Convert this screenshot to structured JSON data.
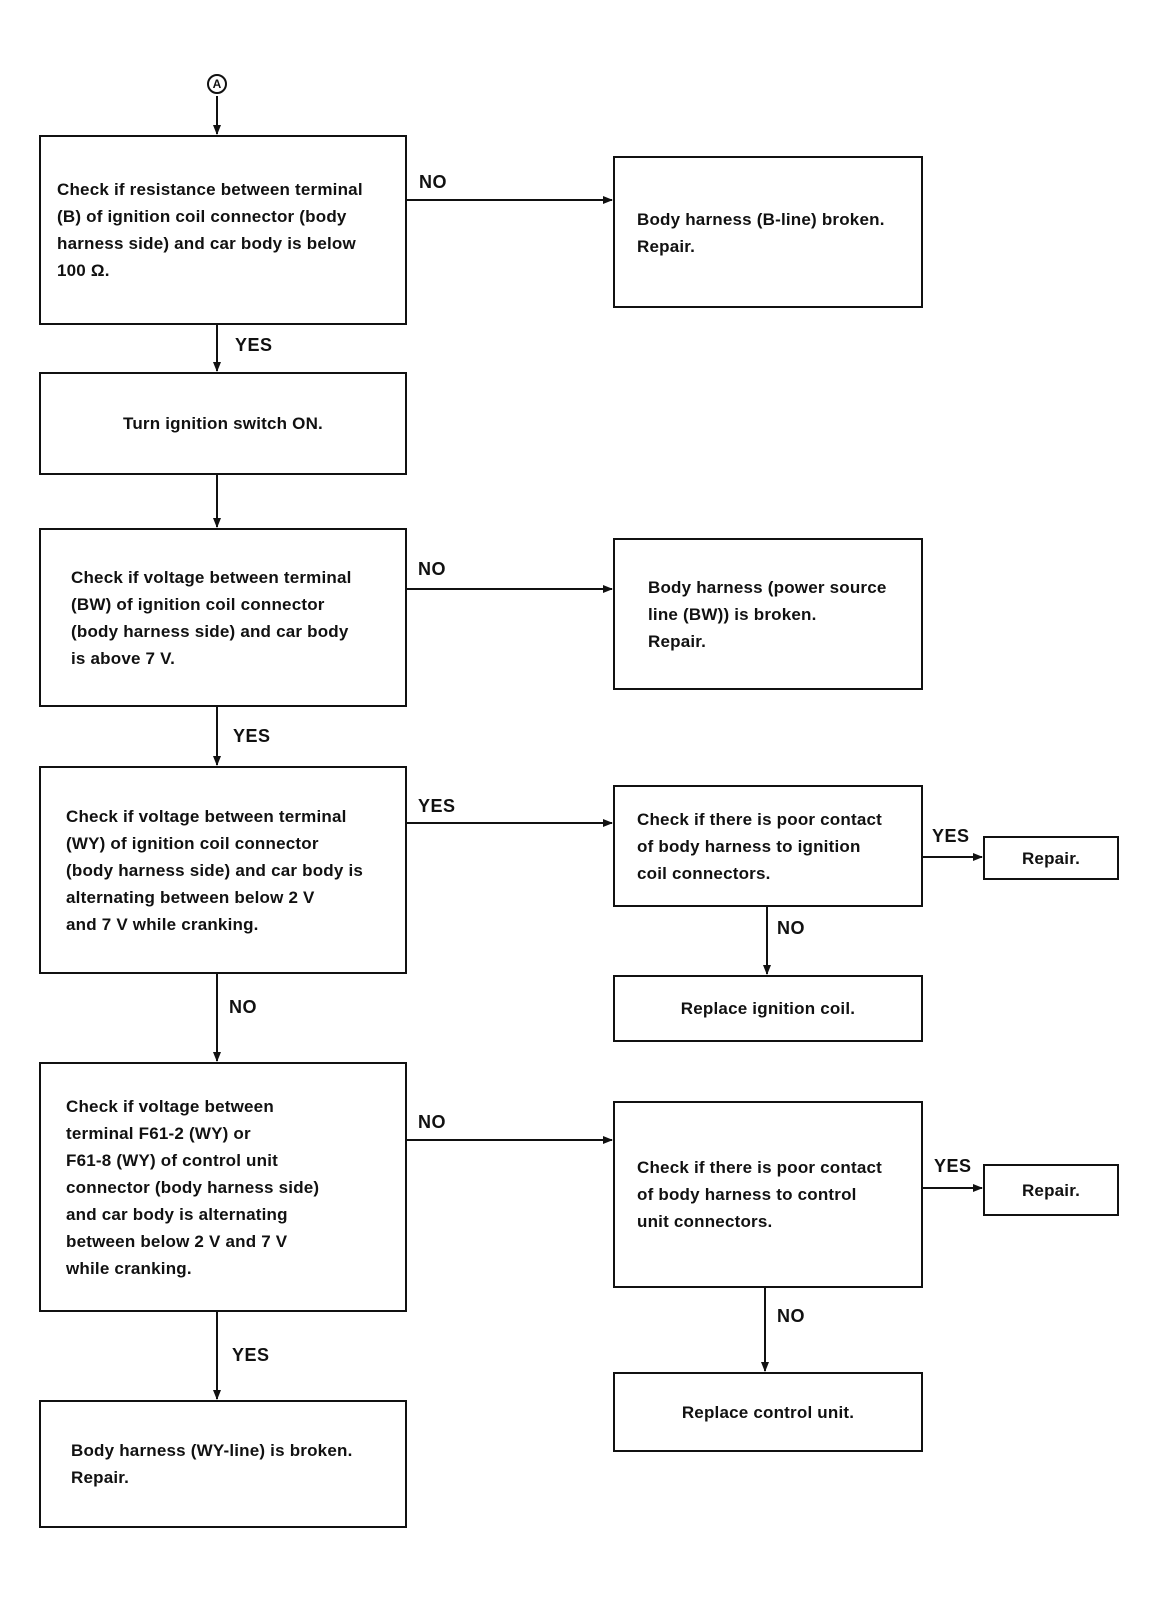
{
  "start_connector": "A",
  "boxes": {
    "check_resistance": "Check if resistance between terminal\n(B) of ignition coil connector (body\nharness side) and car body is below\n100 Ω.",
    "b_line_broken": "Body harness (B-line) broken.\nRepair.",
    "turn_ignition_on": "Turn ignition switch ON.",
    "check_voltage_bw": "Check if voltage between terminal\n(BW) of ignition coil connector\n(body harness side) and car body\nis above 7 V.",
    "power_source_broken": "Body harness (power source\nline (BW)) is broken.\nRepair.",
    "check_voltage_wy": "Check if voltage between terminal\n(WY) of ignition coil connector\n(body harness side) and car body is\nalternating between below 2 V\nand 7 V while cranking.",
    "check_contact_coil": "Check if there is poor contact\nof body harness to ignition\ncoil connectors.",
    "repair_1": "Repair.",
    "replace_coil": "Replace ignition coil.",
    "check_voltage_f61": "Check if voltage between\nterminal F61-2 (WY) or\nF61-8 (WY) of control unit\nconnector (body harness side)\nand car body is alternating\nbetween below 2 V and 7 V\nwhile cranking.",
    "check_contact_cu": "Check if there is poor contact\nof body harness to control\nunit connectors.",
    "repair_2": "Repair.",
    "replace_control_unit": "Replace control unit.",
    "wy_line_broken": "Body harness (WY-line) is broken.\nRepair."
  },
  "labels": {
    "resistance_no": "NO",
    "resistance_yes": "YES",
    "bw_no": "NO",
    "bw_yes": "YES",
    "wy_yes": "YES",
    "wy_no": "NO",
    "coil_contact_yes": "YES",
    "coil_contact_no": "NO",
    "f61_no": "NO",
    "f61_yes": "YES",
    "cu_contact_yes": "YES",
    "cu_contact_no": "NO"
  }
}
